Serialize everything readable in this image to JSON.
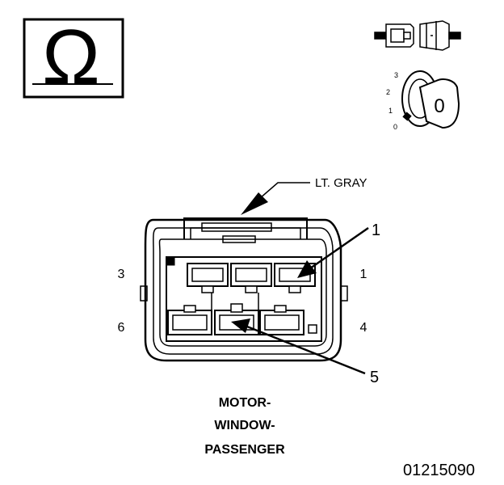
{
  "ohm_symbol": "Ω",
  "key_positions": [
    "3",
    "2",
    "1",
    "0"
  ],
  "key_letter": "0",
  "connector_color": "LT. GRAY",
  "pin_labels": {
    "left_top": "3",
    "right_top": "1",
    "left_bottom": "6",
    "right_bottom": "4"
  },
  "callouts": {
    "pin1": "1",
    "pin5": "5"
  },
  "caption": [
    "MOTOR-",
    "WINDOW-",
    "PASSENGER"
  ],
  "figure_id": "01215090"
}
